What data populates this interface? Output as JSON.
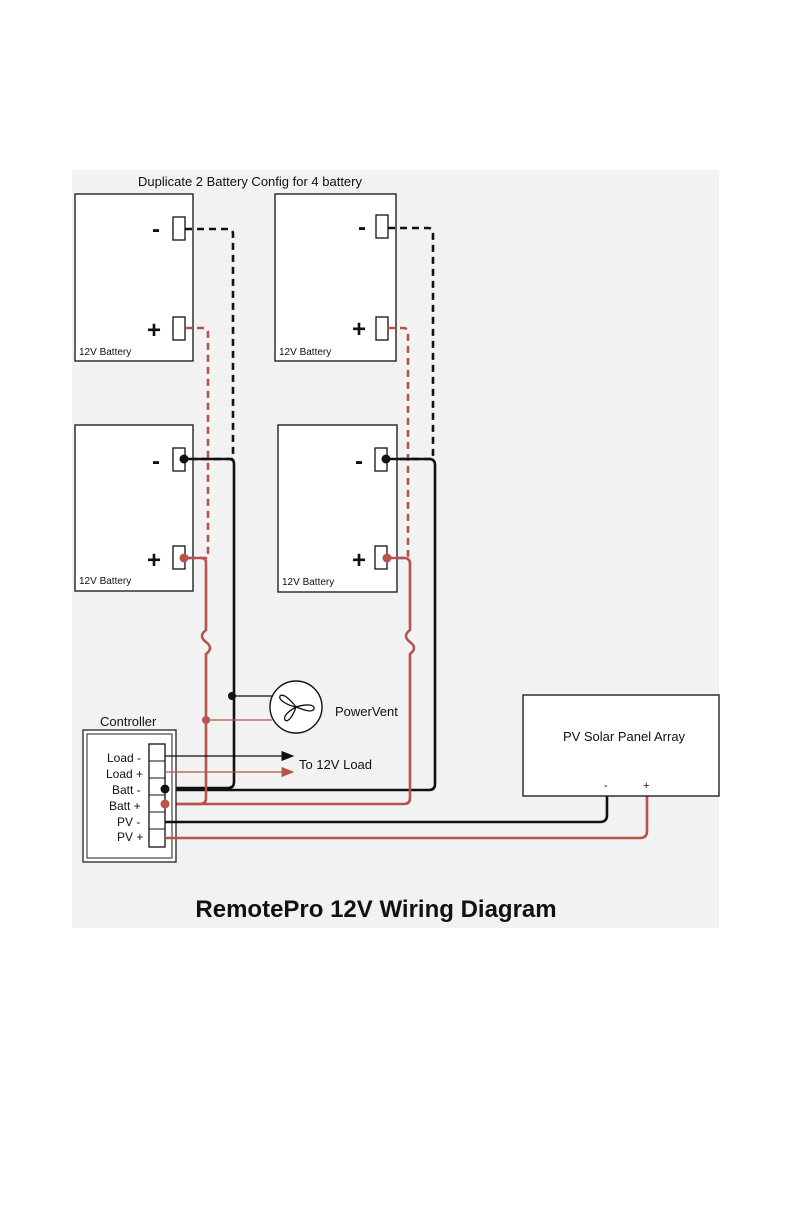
{
  "colors": {
    "black_wire": "#111111",
    "red_wire": "#b5534c",
    "background_panel": "#f2f2f2"
  },
  "header_note": "Duplicate 2 Battery Config for 4 battery",
  "battery": {
    "label": "12V Battery",
    "neg_symbol": "-",
    "pos_symbol": "+"
  },
  "controller": {
    "title": "Controller",
    "terminals": [
      "Load -",
      "Load +",
      "Batt -",
      "Batt +",
      "PV -",
      "PV +"
    ]
  },
  "load_label": "To 12V Load",
  "fan": {
    "label": "PowerVent",
    "icon": "fan-icon"
  },
  "pv": {
    "title": "PV Solar Panel Array",
    "neg": "-",
    "pos": "+"
  },
  "footer_title": "RemotePro 12V Wiring Diagram"
}
